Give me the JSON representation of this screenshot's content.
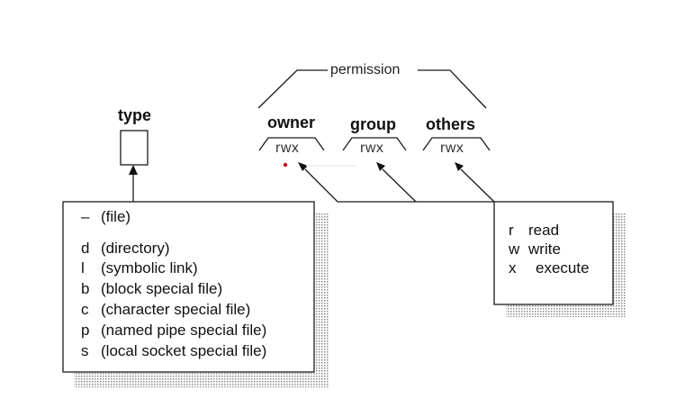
{
  "permission_label": "permission",
  "type_label": "type",
  "columns": [
    {
      "heading": "owner",
      "value": "rwx"
    },
    {
      "heading": "group",
      "value": "rwx"
    },
    {
      "heading": "others",
      "value": "rwx"
    }
  ],
  "type_entries": [
    {
      "code": "–",
      "desc": "(file)"
    },
    {
      "code": "d",
      "desc": "(directory)"
    },
    {
      "code": "l",
      "desc": "(symbolic link)"
    },
    {
      "code": "b",
      "desc": "(block special file)"
    },
    {
      "code": "c",
      "desc": "(character special file)"
    },
    {
      "code": "p",
      "desc": "(named pipe special file)"
    },
    {
      "code": "s",
      "desc": "(local socket special file)"
    }
  ],
  "perm_entries": [
    {
      "code": "r",
      "desc": "read"
    },
    {
      "code": "w",
      "desc": "write"
    },
    {
      "code": "x",
      "desc": "execute"
    }
  ],
  "colors": {
    "line": "#1a1a1a",
    "shadow": "#8a8a8a",
    "dot": "#d0021b"
  }
}
